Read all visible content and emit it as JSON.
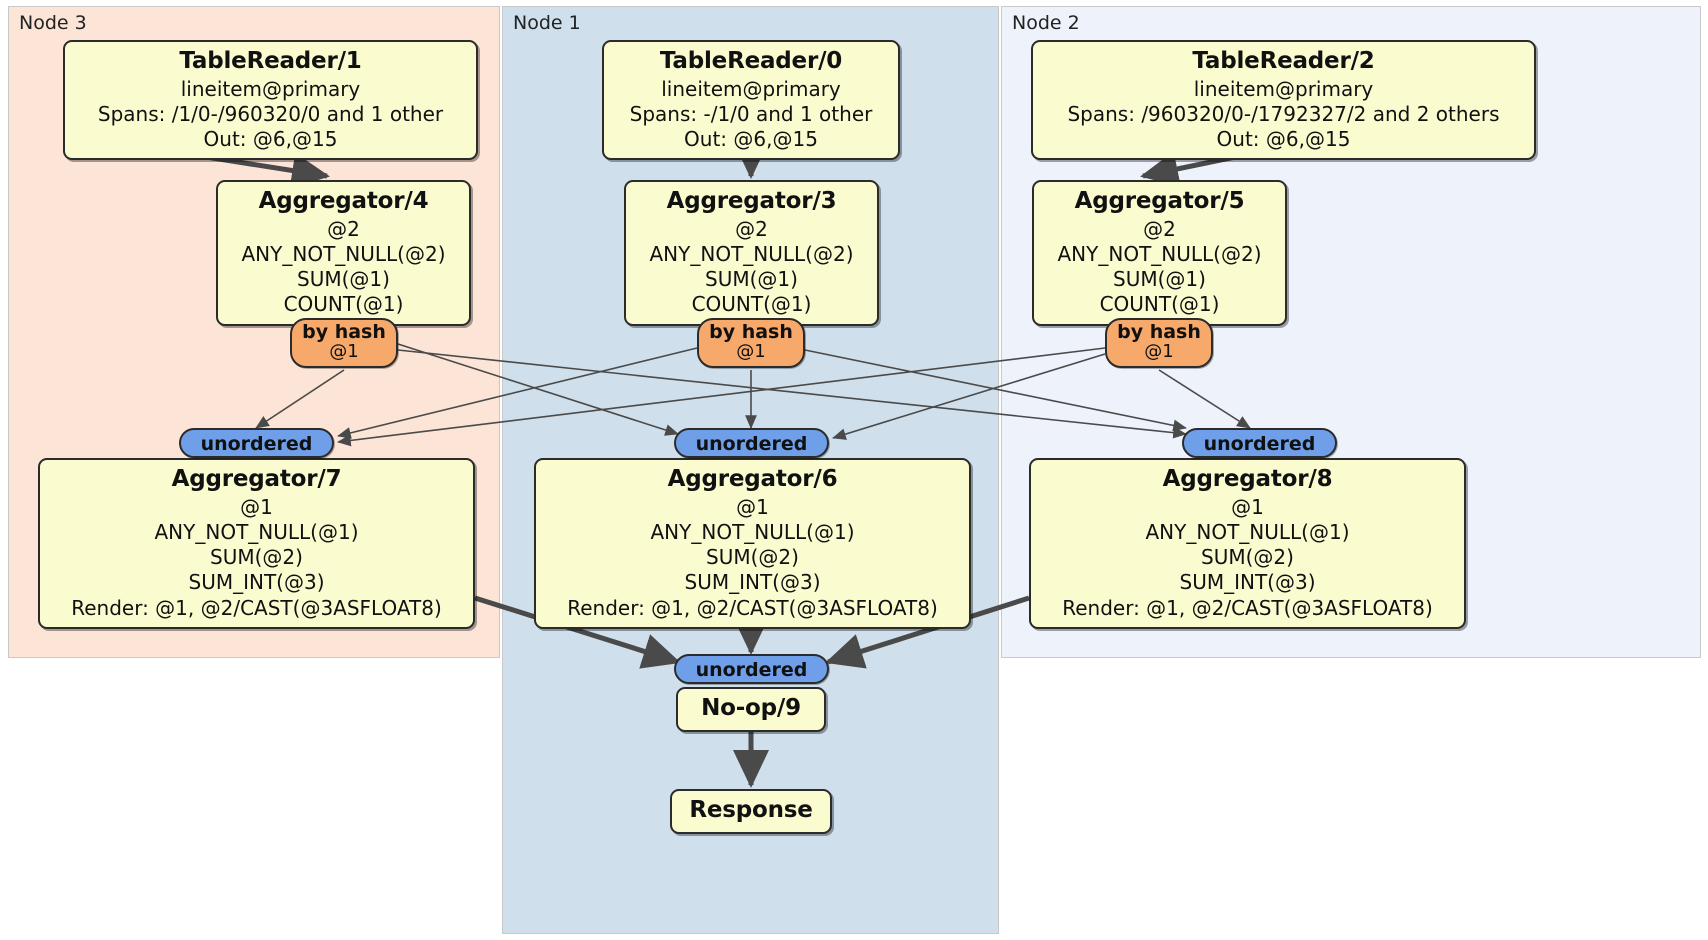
{
  "diagram": {
    "type": "distributed-query-plan",
    "regions": [
      {
        "id": "node3",
        "label": "Node 3",
        "color": "#fce4d6"
      },
      {
        "id": "node1",
        "label": "Node 1",
        "color": "#cfdfeb"
      },
      {
        "id": "node2",
        "label": "Node 2",
        "color": "#edf2fb"
      }
    ],
    "colors": {
      "processor_fill": "#fbfbd0",
      "hash_router_fill": "#f6a96b",
      "unordered_synchronizer_fill": "#6f9fe8",
      "border": "#2b2b2b",
      "edge": "#444444"
    },
    "processors": {
      "table_reader_1": {
        "title": "TableReader/1",
        "lines": [
          "lineitem@primary",
          "Spans: /1/0-/960320/0 and 1 other",
          "Out: @6,@15"
        ]
      },
      "table_reader_0": {
        "title": "TableReader/0",
        "lines": [
          "lineitem@primary",
          "Spans: -/1/0 and 1 other",
          "Out: @6,@15"
        ]
      },
      "table_reader_2": {
        "title": "TableReader/2",
        "lines": [
          "lineitem@primary",
          "Spans: /960320/0-/1792327/2 and 2 others",
          "Out: @6,@15"
        ]
      },
      "aggregator_4": {
        "title": "Aggregator/4",
        "lines": [
          "@2",
          "ANY_NOT_NULL(@2)",
          "SUM(@1)",
          "COUNT(@1)"
        ]
      },
      "aggregator_3": {
        "title": "Aggregator/3",
        "lines": [
          "@2",
          "ANY_NOT_NULL(@2)",
          "SUM(@1)",
          "COUNT(@1)"
        ]
      },
      "aggregator_5": {
        "title": "Aggregator/5",
        "lines": [
          "@2",
          "ANY_NOT_NULL(@2)",
          "SUM(@1)",
          "COUNT(@1)"
        ]
      },
      "aggregator_7": {
        "title": "Aggregator/7",
        "lines": [
          "@1",
          "ANY_NOT_NULL(@1)",
          "SUM(@2)",
          "SUM_INT(@3)",
          "Render: @1, @2/CAST(@3ASFLOAT8)"
        ]
      },
      "aggregator_6": {
        "title": "Aggregator/6",
        "lines": [
          "@1",
          "ANY_NOT_NULL(@1)",
          "SUM(@2)",
          "SUM_INT(@3)",
          "Render: @1, @2/CAST(@3ASFLOAT8)"
        ]
      },
      "aggregator_8": {
        "title": "Aggregator/8",
        "lines": [
          "@1",
          "ANY_NOT_NULL(@1)",
          "SUM(@2)",
          "SUM_INT(@3)",
          "Render: @1, @2/CAST(@3ASFLOAT8)"
        ]
      },
      "no_op_9": {
        "title": "No-op/9",
        "lines": []
      },
      "response": {
        "title": "Response",
        "lines": []
      }
    },
    "routers": {
      "hash_4": {
        "label": "by hash",
        "sublabel": "@1"
      },
      "hash_3": {
        "label": "by hash",
        "sublabel": "@1"
      },
      "hash_5": {
        "label": "by hash",
        "sublabel": "@1"
      }
    },
    "synchronizers": {
      "unordered_7": {
        "label": "unordered"
      },
      "unordered_6": {
        "label": "unordered"
      },
      "unordered_8": {
        "label": "unordered"
      },
      "unordered_final": {
        "label": "unordered"
      }
    }
  }
}
